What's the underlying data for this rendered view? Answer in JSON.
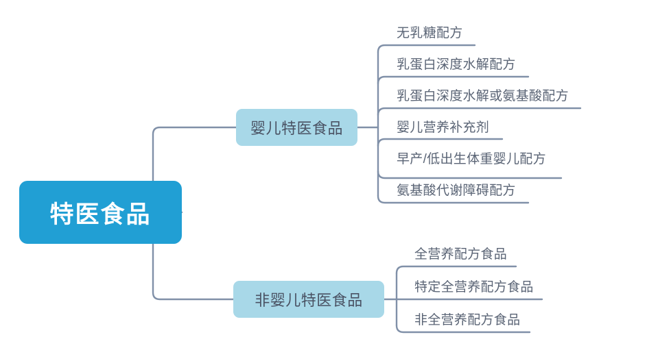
{
  "diagram": {
    "type": "mind-map",
    "title": "特医食品",
    "orientation": "left-to-right",
    "colors": {
      "root_fill": "#219FD4",
      "root_text": "#FFFFFF",
      "branch_fill": "#A8D8E8",
      "branch_text": "#4A5263",
      "leaf_text": "#5A6475",
      "connector": "#8090A8",
      "background": "#FFFFFF"
    },
    "root": {
      "label": "特医食品"
    },
    "branches": [
      {
        "label": "婴儿特医食品",
        "leaves": [
          {
            "label": "无乳糖配方"
          },
          {
            "label": "乳蛋白深度水解配方"
          },
          {
            "label": "乳蛋白深度水解或氨基酸配方"
          },
          {
            "label": "婴儿营养补充剂"
          },
          {
            "label": "早产/低出生体重婴儿配方"
          },
          {
            "label": "氨基酸代谢障碍配方"
          }
        ]
      },
      {
        "label": "非婴儿特医食品",
        "leaves": [
          {
            "label": "全营养配方食品"
          },
          {
            "label": "特定全营养配方食品"
          },
          {
            "label": "非全营养配方食品"
          }
        ]
      }
    ]
  }
}
